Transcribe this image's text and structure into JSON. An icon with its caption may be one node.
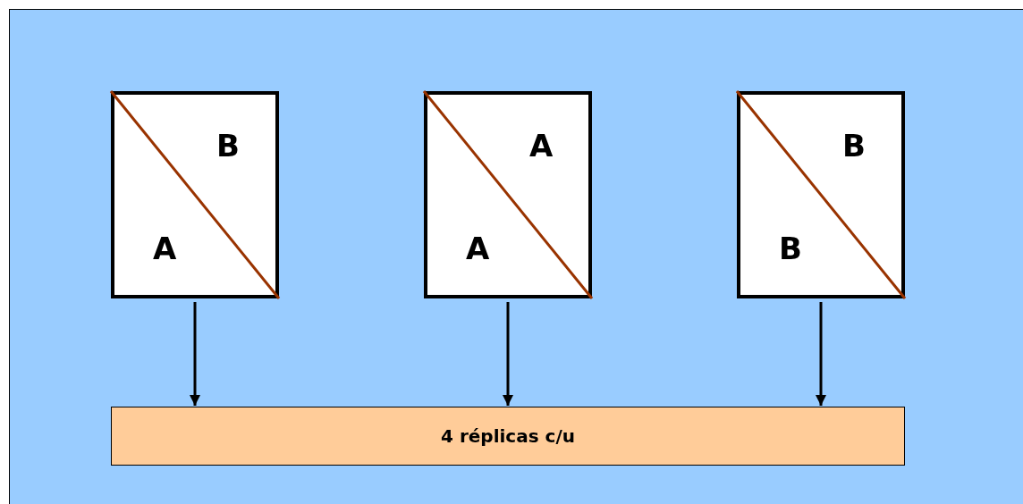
{
  "diagram": {
    "nodes": [
      {
        "text": [
          "B",
          "A"
        ]
      },
      {
        "text": [
          "A",
          "A"
        ]
      },
      {
        "text": [
          "B",
          "B"
        ]
      },
      {
        "text": [
          "4 réplicas c/u"
        ]
      }
    ],
    "edges": [
      {
        "from": 0,
        "to": 3,
        "arrow": "to"
      },
      {
        "from": 1,
        "to": 3,
        "arrow": "to"
      },
      {
        "from": 2,
        "to": 3,
        "arrow": "to"
      }
    ]
  }
}
